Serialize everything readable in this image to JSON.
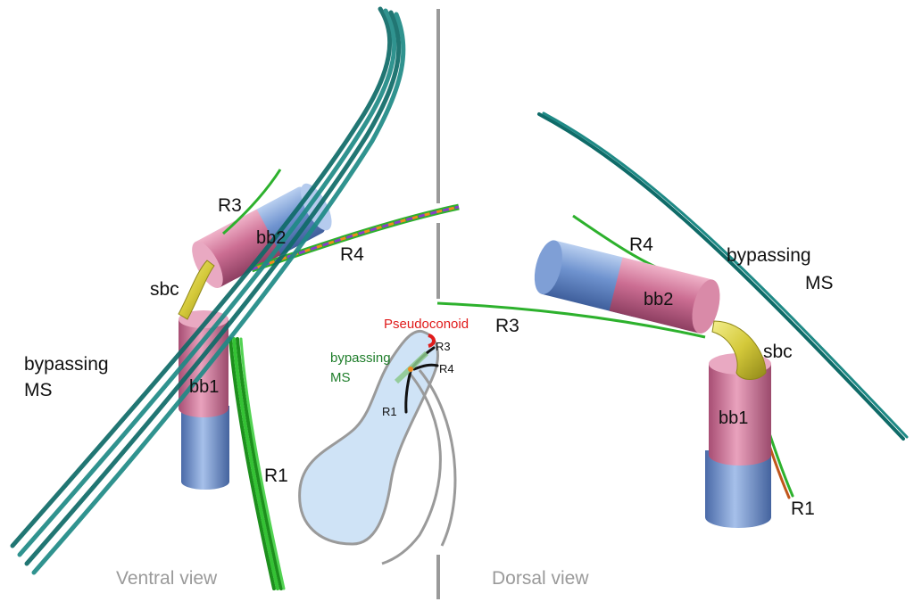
{
  "colors": {
    "microtubule_teal": "#1f8a86",
    "root_green": "#2db12d",
    "basal_body_pink": "#cc6e93",
    "basal_body_blue": "#6f93cf",
    "connector_yellow": "#d4c93a",
    "pseudoconoid_red": "#e01b1b",
    "divider_gray": "#9a9a9a",
    "cell_fill": "#cfe3f6"
  },
  "ventral": {
    "view_label": "Ventral view",
    "labels": {
      "R3": "R3",
      "bb2": "bb2",
      "R4": "R4",
      "sbc": "sbc",
      "bypassing_line1": "bypassing",
      "bypassing_line2": "MS",
      "bb1": "bb1",
      "R1": "R1"
    }
  },
  "inset": {
    "pseudoconoid": "Pseudoconoid",
    "R3": "R3",
    "bypassing_line1": "bypassing",
    "bypassing_line2": "MS",
    "R4": "R4",
    "R1": "R1"
  },
  "dorsal": {
    "view_label": "Dorsal view",
    "labels": {
      "R3": "R3",
      "R4": "R4",
      "bypassing_line1": "bypassing",
      "bypassing_line2": "MS",
      "bb2": "bb2",
      "sbc": "sbc",
      "bb1": "bb1",
      "R1": "R1"
    }
  }
}
